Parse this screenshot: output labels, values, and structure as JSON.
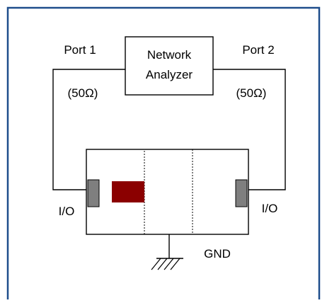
{
  "colors": {
    "frame": "#1f4e8c",
    "line": "#000000",
    "port_pad": "#7f7f7f",
    "component": "#8b0000"
  },
  "diagram": {
    "analyzer_line1": "Network",
    "analyzer_line2": "Analyzer",
    "port1_label": "Port 1",
    "port2_label": "Port 2",
    "port1_impedance": "(50Ω)",
    "port2_impedance": "(50Ω)",
    "io_left_label": "I/O",
    "io_right_label": "I/O",
    "ground_label": "GND"
  }
}
